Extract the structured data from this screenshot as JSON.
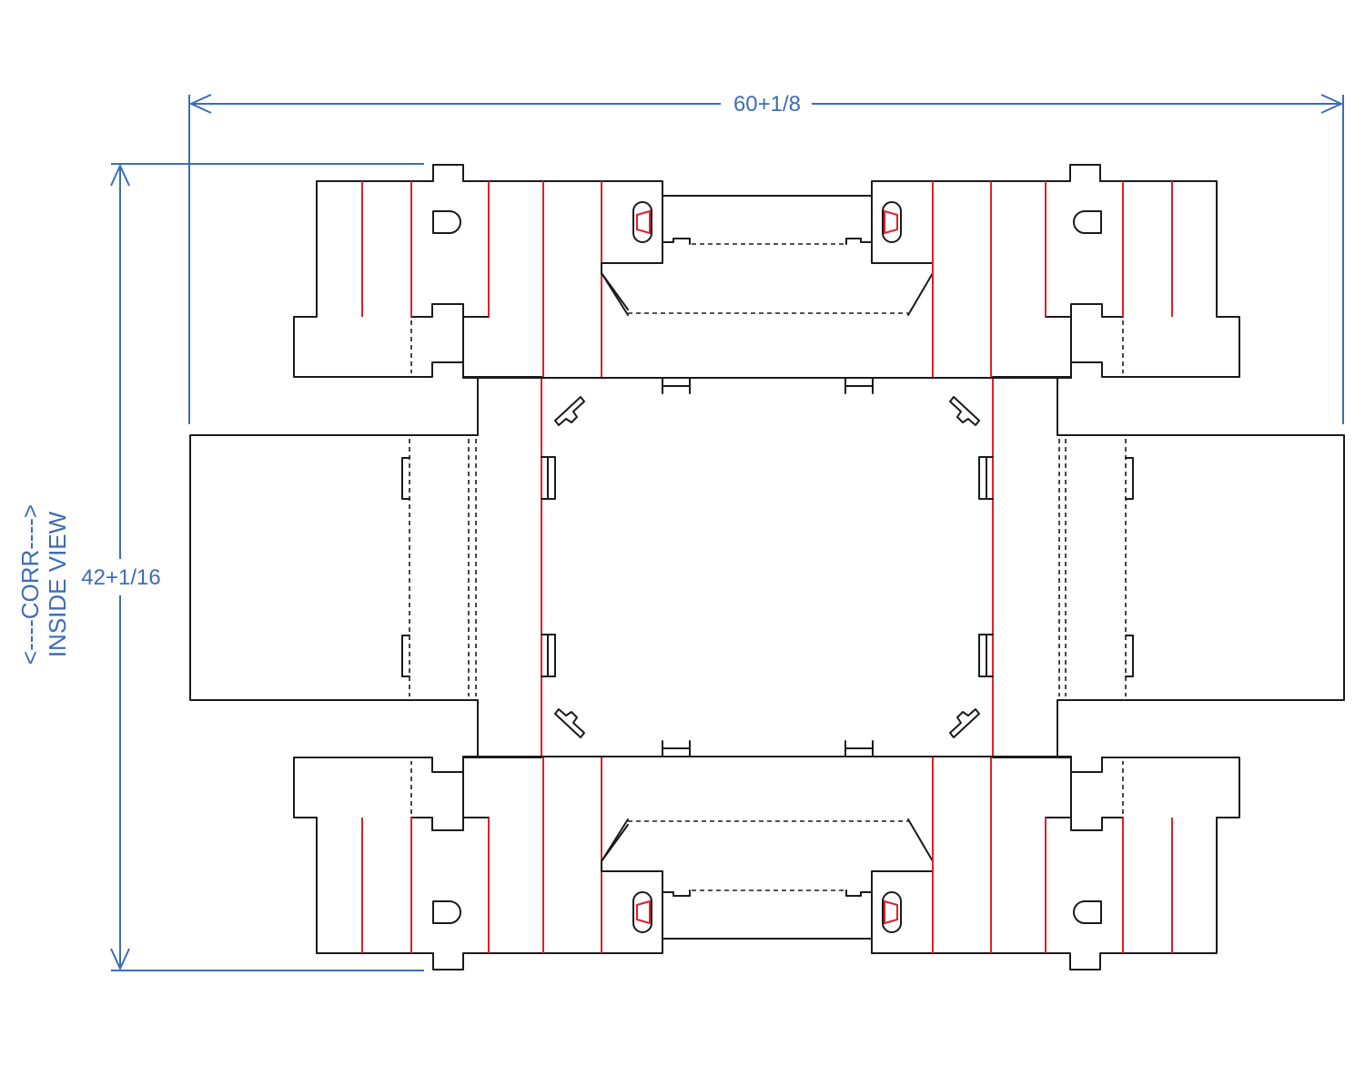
{
  "dimensions": {
    "width_label": "60+1/8",
    "height_label": "42+1/16"
  },
  "side_note": {
    "line1": "<----CORR---->",
    "line2": "INSIDE VIEW"
  },
  "colors": {
    "cut_line": "#1a1a1a",
    "crease_line": "#e0202a",
    "dimension": "#3d6db5"
  }
}
